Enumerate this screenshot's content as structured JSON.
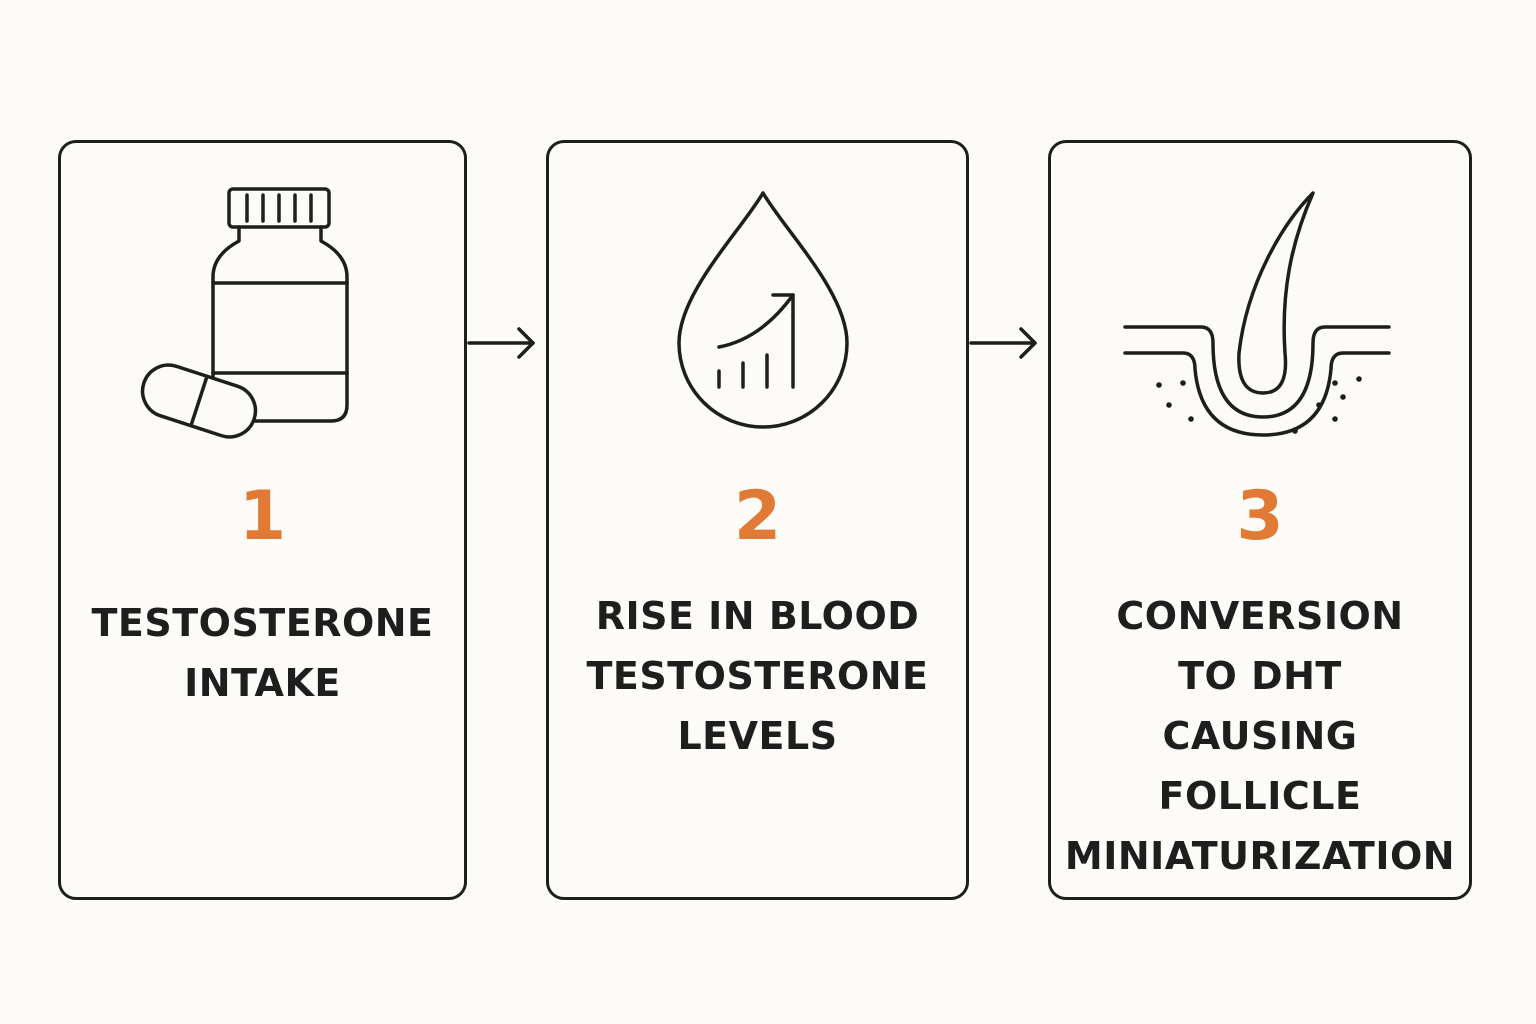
{
  "steps": [
    {
      "number": "1",
      "label_lines": [
        "TESTOSTERONE",
        "INTAKE"
      ],
      "icon": "pill-bottle-icon"
    },
    {
      "number": "2",
      "label_lines": [
        "RISE IN BLOOD",
        "TESTOSTERONE",
        "LEVELS"
      ],
      "icon": "blood-drop-rising-chart-icon"
    },
    {
      "number": "3",
      "label_lines": [
        "CONVERSION",
        "TO DHT",
        "CAUSING",
        "FOLLICLE",
        "MINIATURIZATION"
      ],
      "icon": "hair-follicle-icon"
    }
  ],
  "colors": {
    "accent": "#e07a34",
    "ink": "#1e1e1e",
    "background": "#fcfbf8"
  }
}
